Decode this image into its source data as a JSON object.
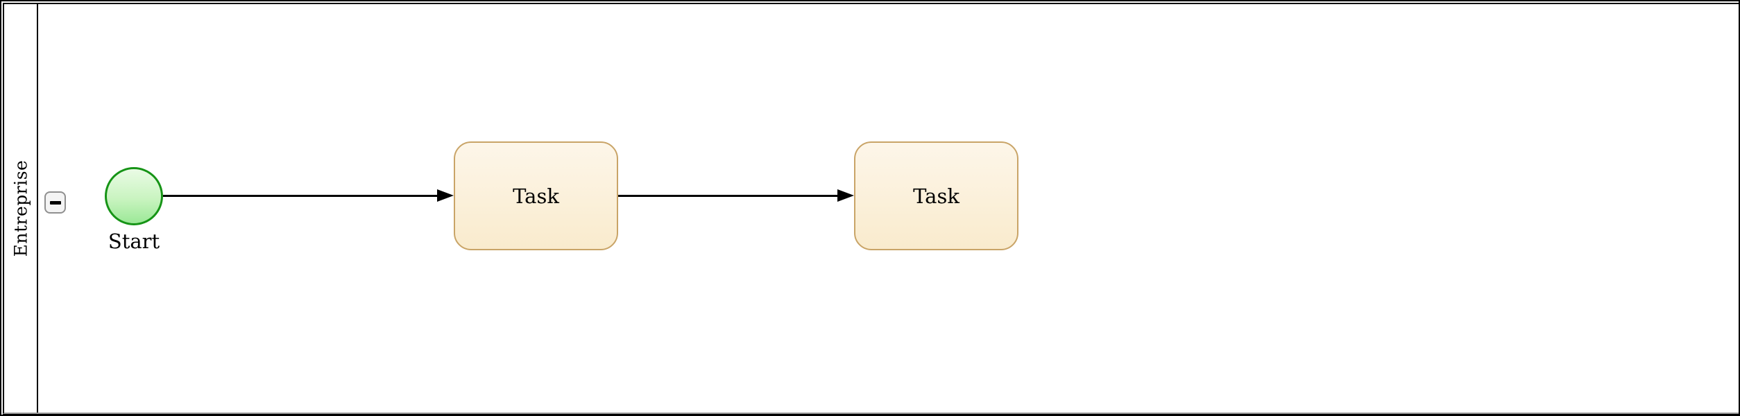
{
  "diagram_type": "bpmn-process",
  "pool": {
    "label": "Entreprise",
    "collapse_icon": "minus"
  },
  "nodes": {
    "start_event": {
      "label": "Start",
      "shape": "circle"
    },
    "task1": {
      "label": "Task",
      "shape": "rounded-rectangle"
    },
    "task2": {
      "label": "Task",
      "shape": "rounded-rectangle"
    }
  },
  "edges": [
    {
      "from": "start_event",
      "to": "task1",
      "type": "sequence-flow",
      "arrow": "filled-right"
    },
    {
      "from": "task1",
      "to": "task2",
      "type": "sequence-flow",
      "arrow": "filled-right"
    }
  ],
  "colors": {
    "background": "#ffffff",
    "line": "#000000",
    "pool_border": "#000000",
    "pool_bottom_shadow": "#9a9a9a",
    "start_stroke": "#169416",
    "start_fill_top": "#eafbe5",
    "start_fill_bottom": "#9be897",
    "task_stroke": "#c9a467",
    "task_fill_top": "#fdf6e9",
    "task_fill_bottom": "#f9ebcd",
    "button_border": "#8f8f8f",
    "button_fill": "#f4f4f4"
  }
}
